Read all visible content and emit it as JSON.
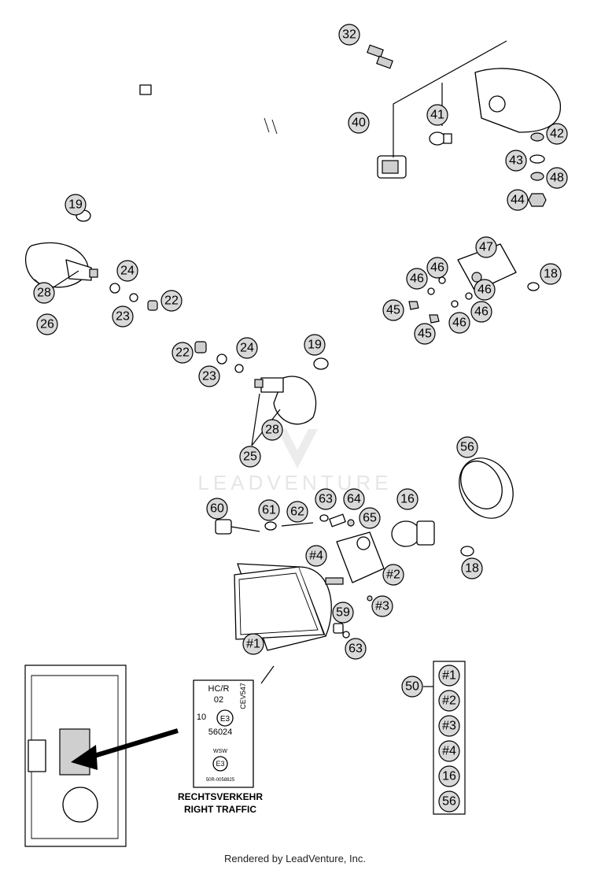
{
  "watermark": "LEADVENTURE",
  "footer": "Rendered by LeadVenture, Inc.",
  "callouts": [
    "32",
    "40",
    "41",
    "42",
    "43",
    "48",
    "44",
    "19",
    "28",
    "26",
    "24",
    "23",
    "22",
    "47",
    "46",
    "18",
    "45",
    "25",
    "56",
    "60",
    "61",
    "62",
    "63",
    "64",
    "65",
    "16",
    "#4",
    "#2",
    "#3",
    "#1",
    "59",
    "50"
  ],
  "label_plate": {
    "line1": "HC/R",
    "line2": "02",
    "approval_prefix": "10",
    "approval_mark": "E3",
    "approval_number": "56024",
    "side_code": "CEV547",
    "lower_marking": "WSW",
    "lower_mark": "E3",
    "lower_code": "50R-0058825"
  },
  "traffic_labels": [
    "RECHTSVERKEHR",
    "RIGHT TRAFFIC"
  ],
  "kit_50_items": [
    "#1",
    "#2",
    "#3",
    "#4",
    "16",
    "56"
  ]
}
